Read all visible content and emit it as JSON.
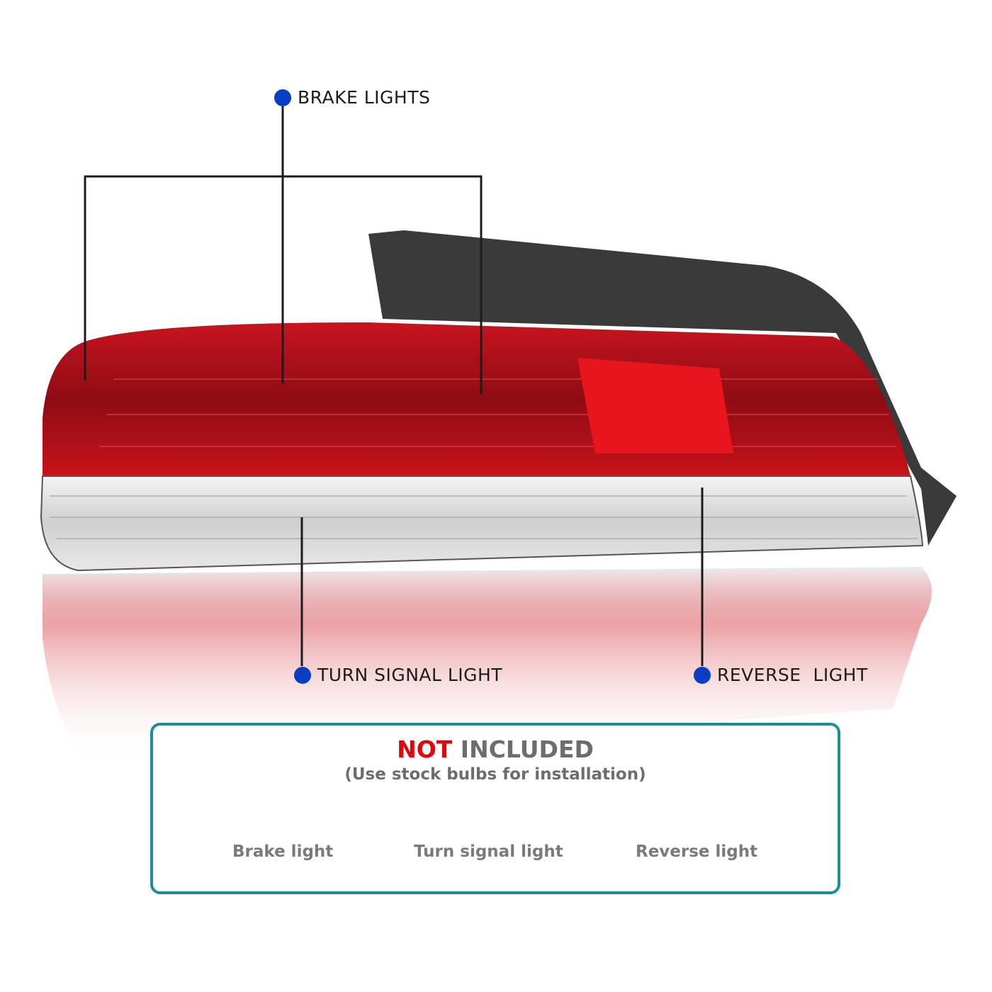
{
  "callouts": {
    "brake": "BRAKE LIGHTS",
    "turn": "TURN SIGNAL LIGHT",
    "reverse": "REVERSE  LIGHT"
  },
  "note": {
    "title_red": "NOT",
    "title_rest": "INCLUDED",
    "subtitle": "(Use stock bulbs for installation)",
    "bulbs": [
      "Brake light",
      "Turn signal light",
      "Reverse light"
    ]
  },
  "colors": {
    "dot": "#0a3fc4",
    "border": "#1a8f96",
    "red_text": "#e8000b",
    "lens_red": "#b5121b"
  }
}
